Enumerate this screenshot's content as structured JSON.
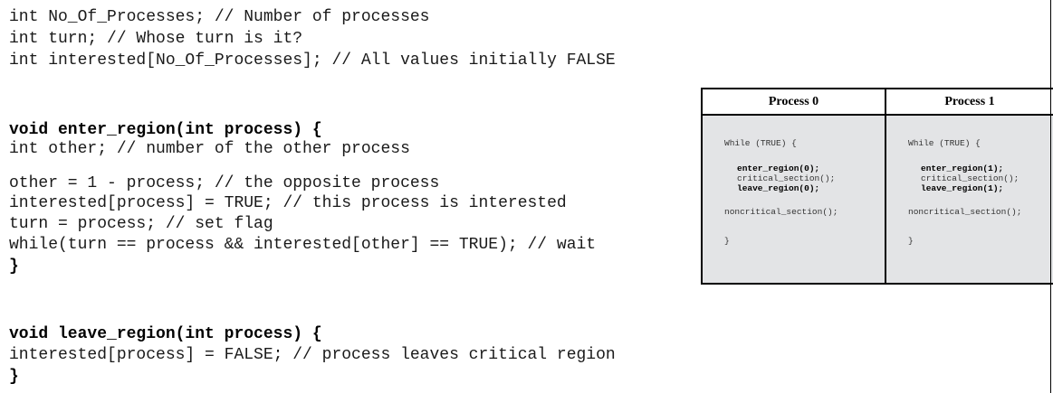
{
  "code": {
    "globals": [
      "int No_Of_Processes; // Number of processes",
      "int turn; // Whose turn is it?",
      "int interested[No_Of_Processes]; // All values initially FALSE"
    ],
    "enter_region": {
      "signature": "void enter_region(int process) {",
      "decl": "int other; // number of the other process",
      "body": [
        "other = 1 - process; // the opposite process",
        "interested[process] = TRUE; // this process is interested",
        "turn = process; // set flag",
        "while(turn == process && interested[other] == TRUE); // wait"
      ],
      "close": "}"
    },
    "leave_region": {
      "signature": "void leave_region(int process) {",
      "body": "interested[process] = FALSE; // process leaves critical region",
      "close": "}"
    }
  },
  "process_table": {
    "columns": [
      {
        "header": "Process 0",
        "while_line": "While (TRUE) {",
        "enter": "enter_region(0);",
        "critical": "critical_section();",
        "leave": "leave_region(0);",
        "noncritical": "noncritical_section();",
        "close": "}"
      },
      {
        "header": "Process 1",
        "while_line": "While (TRUE) {",
        "enter": "enter_region(1);",
        "critical": "critical_section();",
        "leave": "leave_region(1);",
        "noncritical": "noncritical_section();",
        "close": "}"
      }
    ]
  }
}
